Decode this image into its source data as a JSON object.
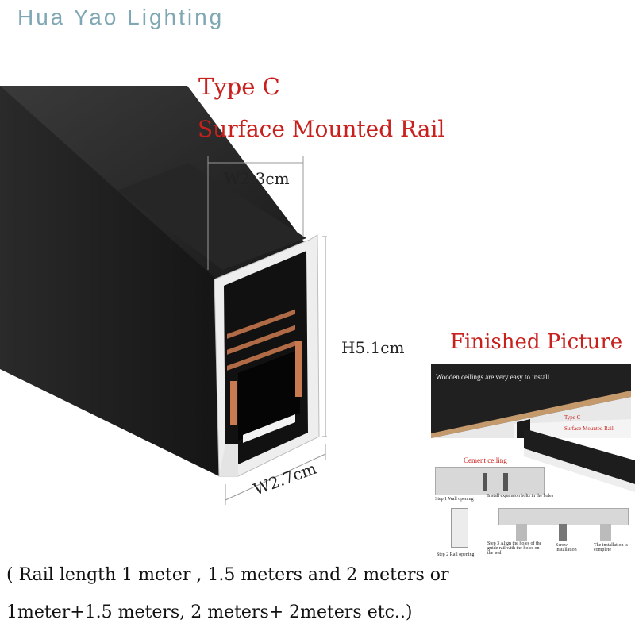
{
  "brand": {
    "name": "Hua Yao Lighting"
  },
  "product": {
    "type_title": "Type C",
    "name": "Surface Mounted Rail"
  },
  "dimensions": {
    "width_top": "W2.3cm",
    "height": "H5.1cm",
    "width_bottom": "W2.7cm"
  },
  "finished_picture": {
    "title": "Finished Picture",
    "photo_caption": "Wooden ceilings are very easy to install",
    "photo_label_type": "Type C",
    "photo_label_name": "Surface Mounted Rail",
    "cement_title": "Cement ceiling",
    "steps": [
      {
        "label": "Step 1 Wall opening"
      },
      {
        "label": "Install expansion bolts in the holes"
      },
      {
        "label": "Step 2",
        "sub": "Rail opening"
      },
      {
        "label": "Step 3",
        "sub": "Align the holes of the guide rail with the holes on the wall"
      },
      {
        "label": "Screw installation"
      },
      {
        "label": "The installation is complete"
      }
    ]
  },
  "note": {
    "line1": "( Rail length 1 meter , 1.5 meters and  2 meters  or",
    "line2": "1meter+1.5 meters, 2 meters+ 2meters etc..)"
  },
  "colors": {
    "accent_red": "#c8201c",
    "brand_blue": "#7fa8b4",
    "rail_black": "#1c1c1c",
    "copper": "#b06a45"
  }
}
